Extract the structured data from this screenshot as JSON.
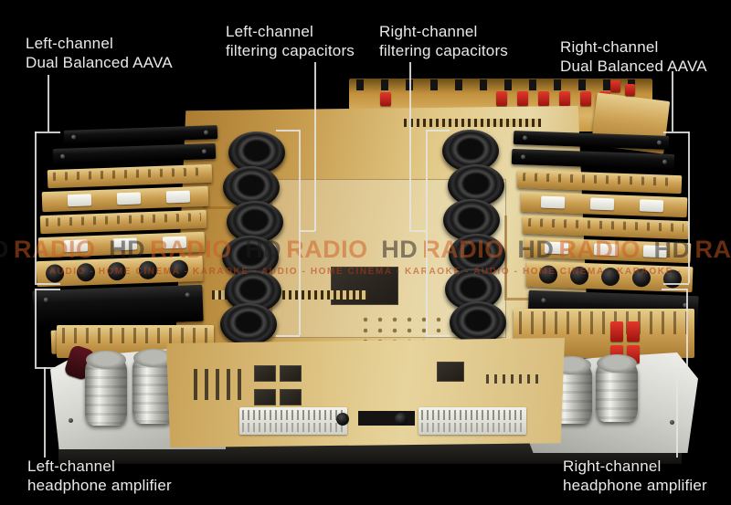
{
  "labels": {
    "left_aava": {
      "line1": "Left-channel",
      "line2": "Dual Balanced AAVA"
    },
    "left_filter": {
      "line1": "Left-channel",
      "line2": "filtering capacitors"
    },
    "right_filter": {
      "line1": "Right-channel",
      "line2": "filtering capacitors"
    },
    "right_aava": {
      "line1": "Right-channel",
      "line2": "Dual Balanced AAVA"
    },
    "left_headphone": {
      "line1": "Left-channel",
      "line2": "headphone amplifier"
    },
    "right_headphone": {
      "line1": "Right-channel",
      "line2": "headphone amplifier"
    }
  },
  "watermark": {
    "hd": "HD",
    "radio": "RADIO",
    "tagline_unit": "AUDIO - HOME CINEMA - KARAOKE - ",
    "radio_color": "#cf5a1d",
    "tagline_color": "#b53c14"
  },
  "colors": {
    "label_text": "#e9e9e6",
    "callout_line": "#e4e4e0",
    "pcb_gold": "#cda255",
    "heatsink_black": "#101010",
    "red_capacitor": "#c62a1e",
    "silver_capacitor": "#d6d6d1",
    "background_gray": "#4a4c4a"
  }
}
